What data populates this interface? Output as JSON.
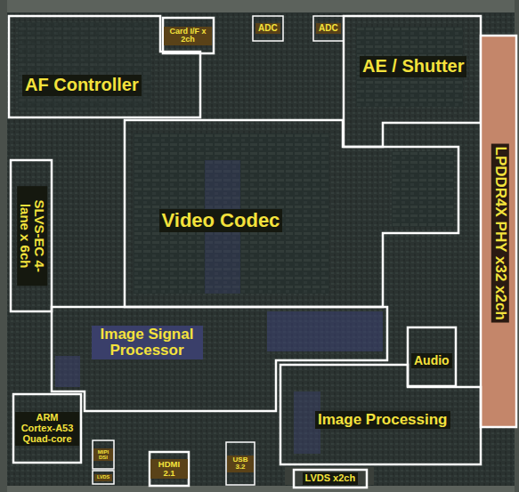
{
  "diagram": {
    "nodes": [
      {
        "text": [
          "AF Controller"
        ]
      },
      {
        "text": [
          "Card I/F x 2ch"
        ]
      },
      {
        "text": [
          "ADC"
        ]
      },
      {
        "text": [
          "ADC"
        ]
      },
      {
        "text": [
          "AE / Shutter"
        ]
      },
      {
        "text": [
          "LPDDR4X PHY x32 x2ch"
        ]
      },
      {
        "text": [
          "SLVS-EC 4-lane x 6ch"
        ]
      },
      {
        "text": [
          "Video Codec"
        ]
      },
      {
        "text": [
          "Image Signal Processor"
        ]
      },
      {
        "text": [
          "Audio"
        ]
      },
      {
        "text": [
          "Image Processing"
        ]
      },
      {
        "text": [
          "ARM Cortex-A53 Quad-core"
        ]
      },
      {
        "text": [
          "MIPI DSI"
        ]
      },
      {
        "text": [
          "LVDS"
        ]
      },
      {
        "text": [
          "HDMI 2.1"
        ]
      },
      {
        "text": [
          "USB 3.2"
        ]
      },
      {
        "text": [
          "LVDS x2ch"
        ]
      }
    ]
  }
}
